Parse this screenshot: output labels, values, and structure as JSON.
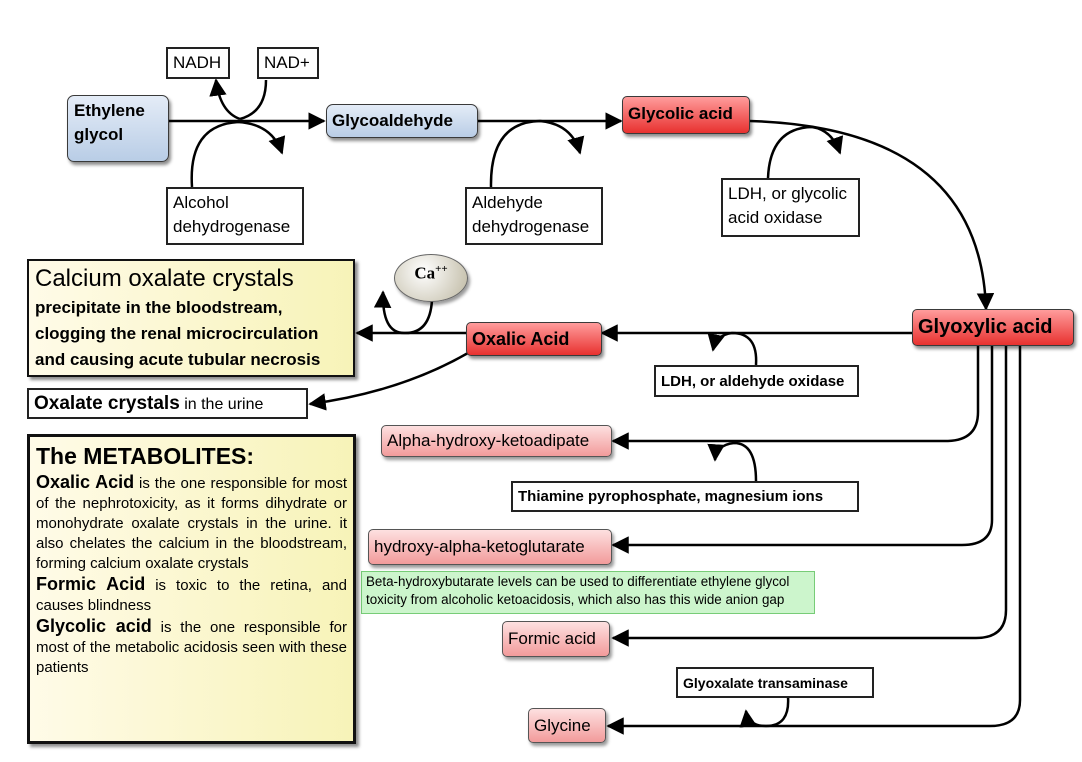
{
  "cofactors": {
    "nadh": "NADH",
    "nad": "NAD+"
  },
  "nodes": {
    "ethylene_glycol": [
      "Ethylene",
      "glycol"
    ],
    "glycoaldehyde": "Glycoaldehyde",
    "glycolic_acid": "Glycolic acid",
    "glyoxylic_acid": "Glyoxylic acid",
    "oxalic_acid": "Oxalic Acid",
    "alpha_hydroxy_ketoadipate": "Alpha-hydroxy-ketoadipate",
    "hydroxy_alpha_ketoglutarate": "hydroxy-alpha-ketoglutarate",
    "formic_acid": "Formic acid",
    "glycine": "Glycine"
  },
  "enzymes": {
    "alcohol_dehydrogenase": [
      "Alcohol",
      "dehydrogenase"
    ],
    "aldehyde_dehydrogenase": [
      "Aldehyde",
      "dehydrogenase"
    ],
    "ldh_glycolic": [
      "LDH, or glycolic",
      "acid oxidase"
    ],
    "ldh_aldehyde": "LDH, or aldehyde oxidase",
    "thiamine": "Thiamine pyrophosphate,  magnesium ions",
    "transaminase": "Glyoxalate transaminase"
  },
  "calcium": {
    "symbol": "Ca",
    "charge": "++"
  },
  "crystals": {
    "title": "Calcium oxalate crystals",
    "body": "precipitate in the bloodstream, clogging the renal microcirculation and causing acute tubular necrosis"
  },
  "urine": {
    "bold": "Oxalate crystals",
    "rest": " in the urine"
  },
  "note": "Beta-hydroxybutarate levels can be used to differentiate ethylene glycol toxicity from alcoholic ketoacidosis, which also has this wide anion gap",
  "metabolites": {
    "title": "The METABOLITES:",
    "items": [
      {
        "name": "Oxalic Acid",
        "text": "  is the one responsible for most of the nephrotoxicity,  as it forms dihydrate or monohydrate oxalate crystals in the urine. it also chelates the calcium in the bloodstream,  forming calcium oxalate crystals"
      },
      {
        "name": "Formic Acid",
        "text": "  is toxic to the retina, and causes blindness"
      },
      {
        "name": "Glycolic acid",
        "text": " is the one responsible  for most of the metabolic acidosis seen with these patients"
      }
    ]
  }
}
